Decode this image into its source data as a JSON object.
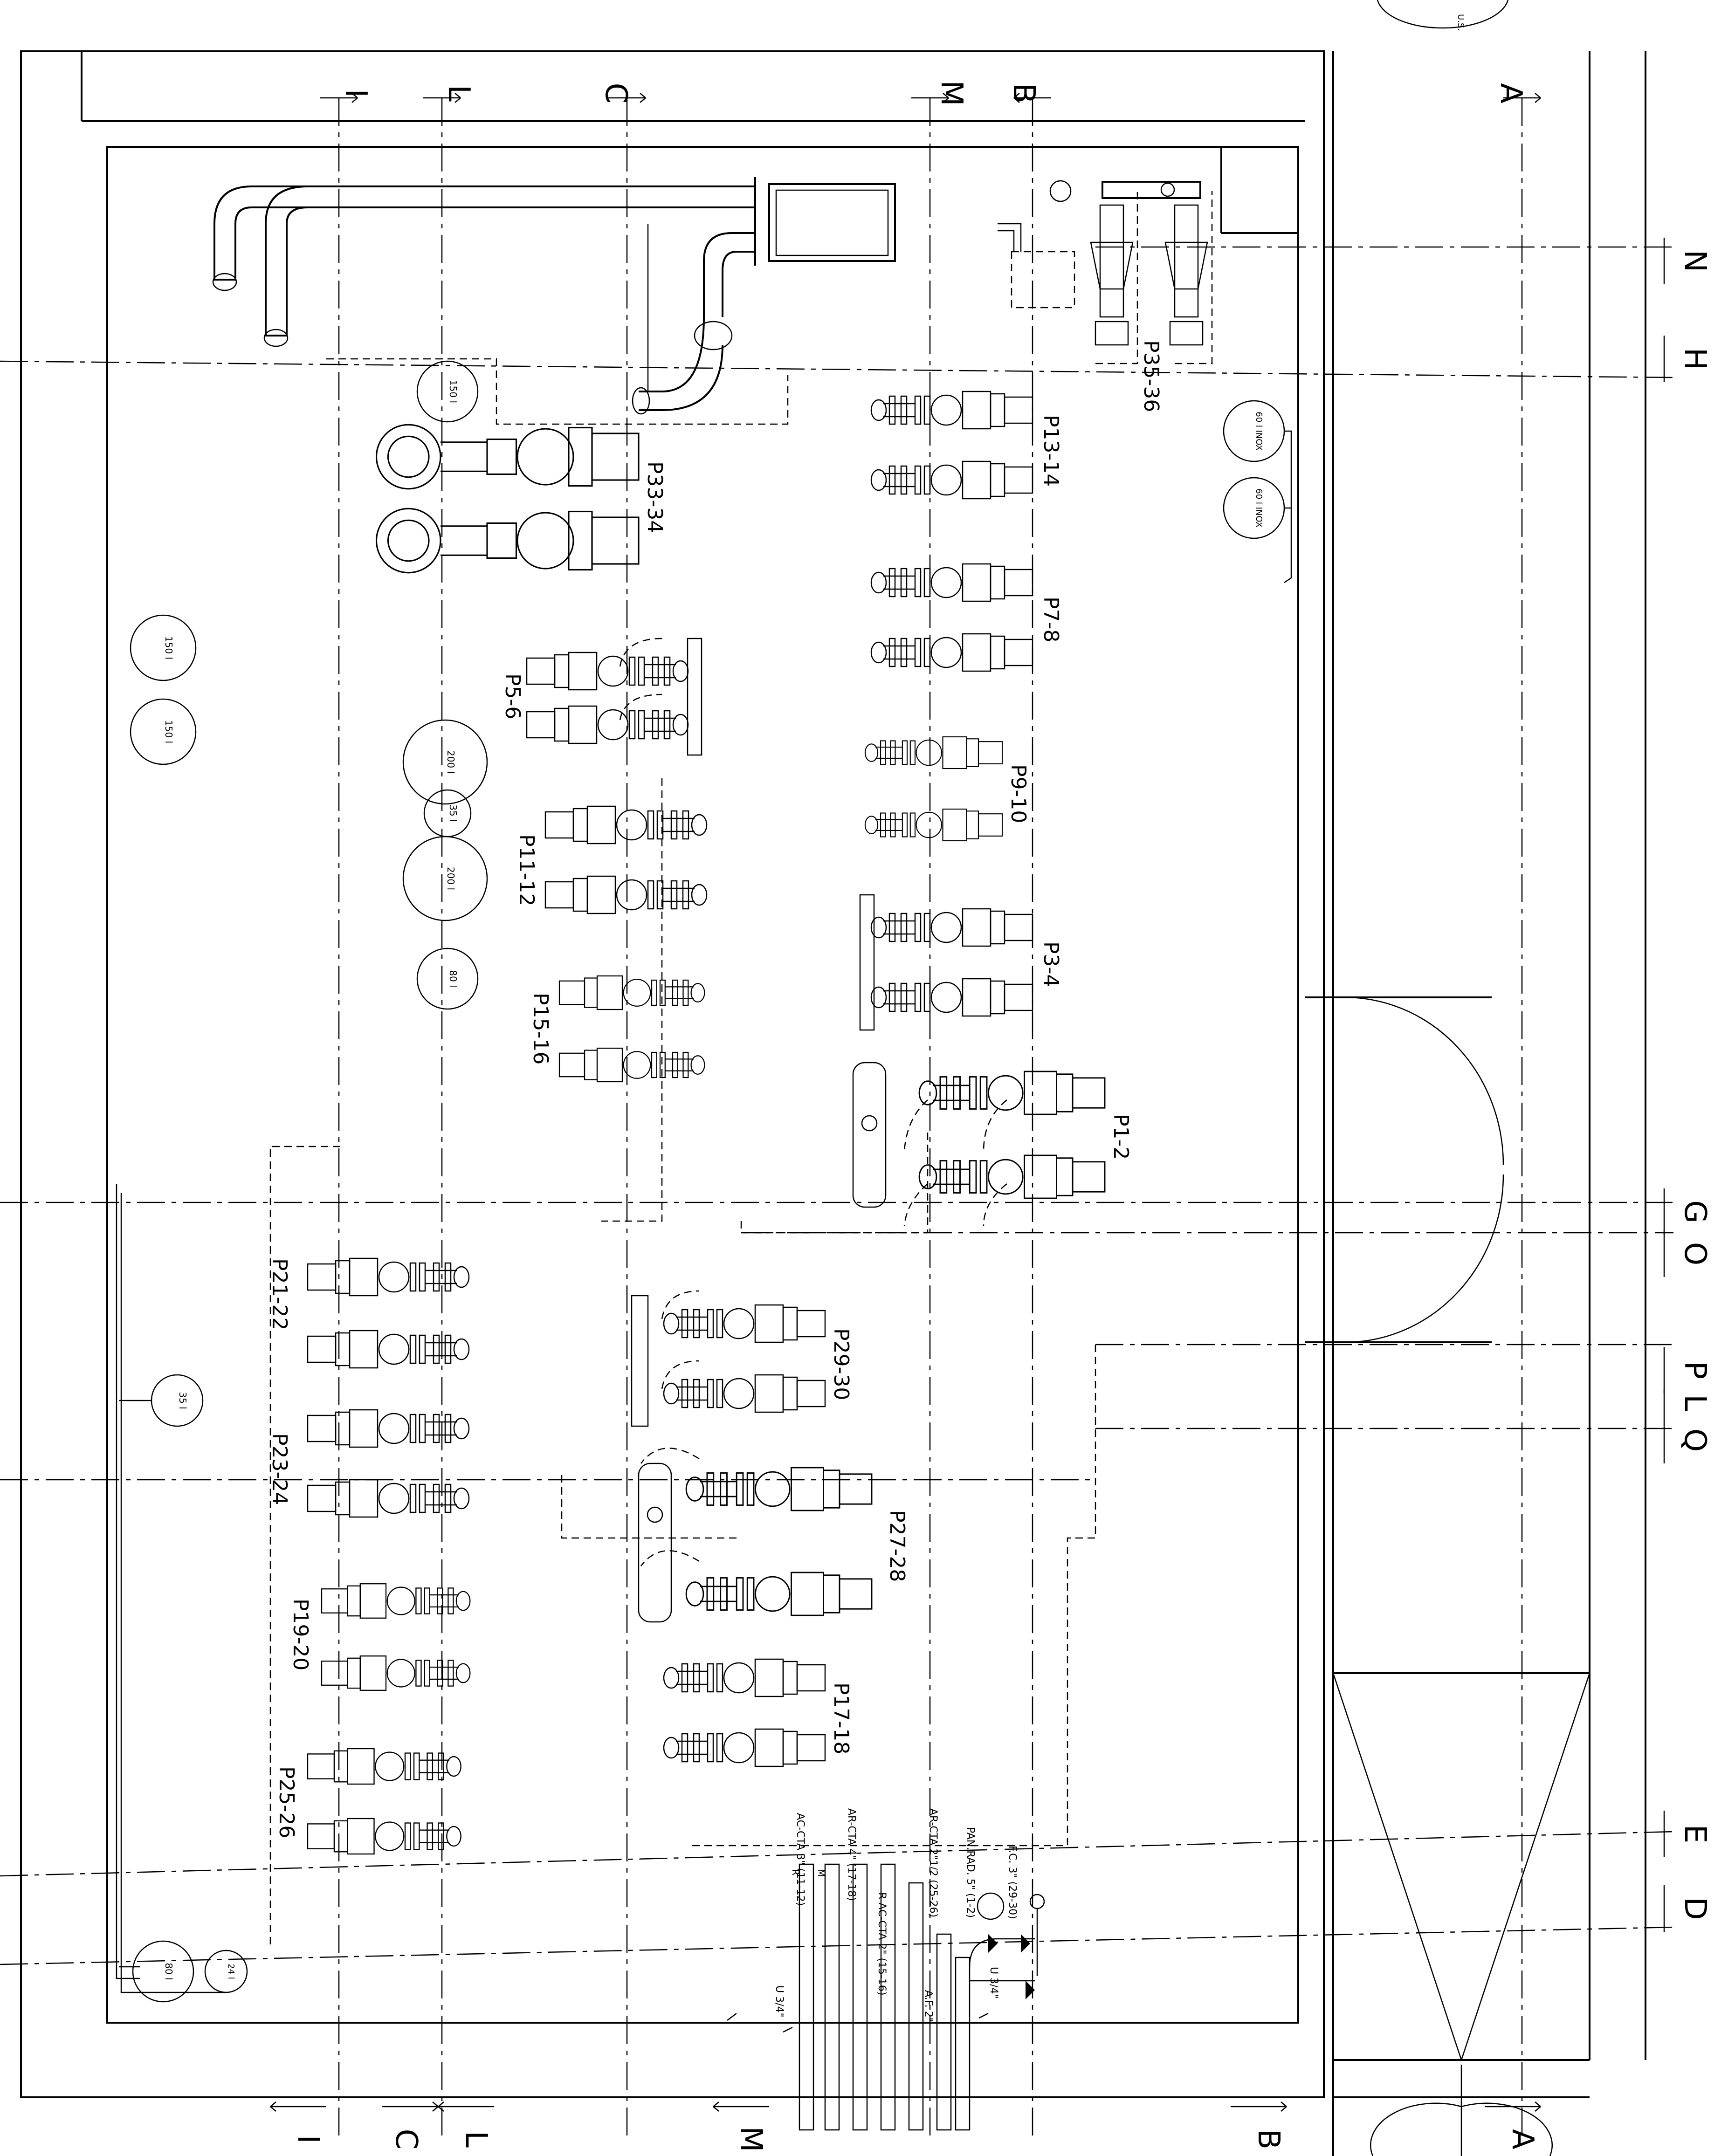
{
  "section_markers": {
    "top": [
      "I",
      "L",
      "C",
      "M",
      "B",
      "A"
    ],
    "bottom": [
      "I",
      "C",
      "L",
      "M",
      "B",
      "A"
    ],
    "right": [
      "N",
      "H",
      "G",
      "O",
      "P",
      "L",
      "Q",
      "E",
      "D"
    ]
  },
  "pump_groups": [
    "P35-36",
    "P13-14",
    "P7-8",
    "P9-10",
    "P3-4",
    "P1-2",
    "P33-34",
    "P5-6",
    "P11-12",
    "P15-16",
    "P29-30",
    "P27-28",
    "P17-18",
    "P21-22",
    "P23-24",
    "P19-20",
    "P25-26"
  ],
  "tanks": [
    "150 l",
    "150 l",
    "150 l",
    "200 l",
    "35 l",
    "200 l",
    "80 l",
    "35 l",
    "80 l",
    "24 l",
    "60 l INOX",
    "60 l INOX"
  ],
  "pipe_labels": [
    "AC-CTA 3\" (11-12)",
    "AR-CTA 4\" (17-18)",
    "AR-CTA 2\"1/2 (25-26)",
    "PAN.RAD. 5\" (1-2)",
    "F.C. 3\" (29-30)",
    "R AC-CTA 2\" (15-16)",
    "A.F. 2\"",
    "U 3/4\"",
    "U 3/4\"",
    "M",
    "R"
  ],
  "door_label": "U.S.",
  "colors": {
    "line": "#000000",
    "background": "#ffffff"
  }
}
